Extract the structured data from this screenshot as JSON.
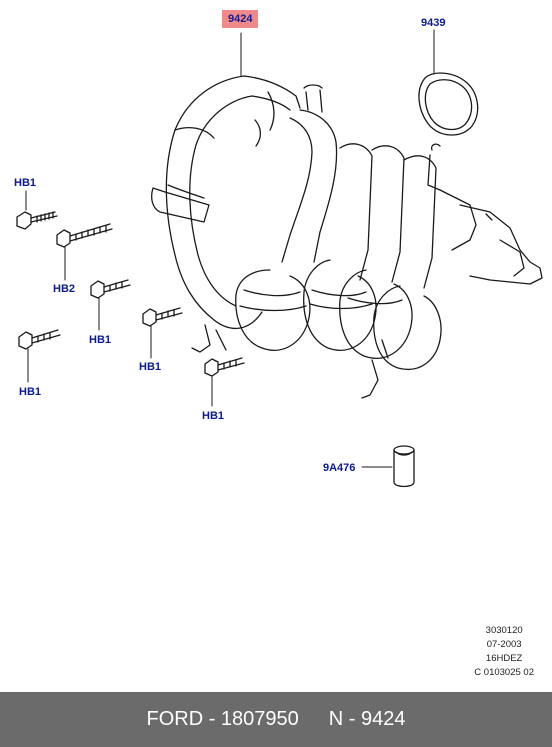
{
  "callouts": {
    "manifold": "9424",
    "gasket": "9439",
    "bolt_a": "HB1",
    "bolt_b": "HB2",
    "bolt_c": "HB1",
    "bolt_d": "HB1",
    "bolt_e": "HB1",
    "bolt_f": "HB1",
    "sleeve": "9A476"
  },
  "meta": {
    "line1": "3030120",
    "line2": "07-2003",
    "line3": "16HDEZ",
    "line4": "C 0103025 02"
  },
  "footer": {
    "brand_part": "FORD - 1807950",
    "number": "N - 9424"
  },
  "colors": {
    "callout_highlight": "#f08a8a",
    "callout_text": "#0b1a8c",
    "footer_bg": "#6b6b6b"
  }
}
